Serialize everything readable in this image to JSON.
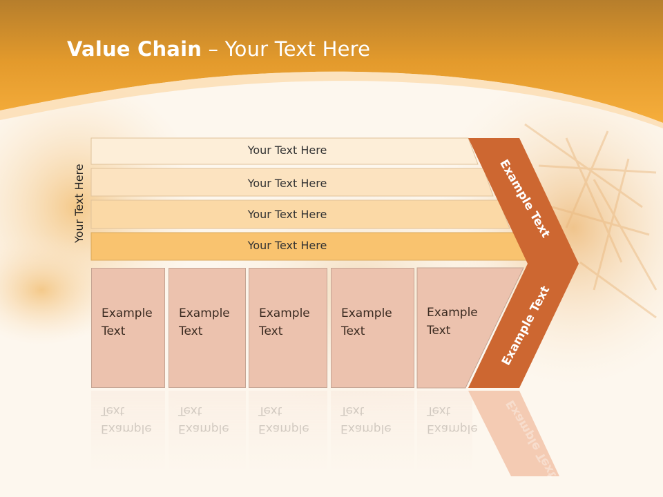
{
  "title": {
    "bold": "Value Chain",
    "rest": " – Your Text Here"
  },
  "vertical_label": "Your Text Here",
  "rows": [
    "Your Text Here",
    "Your Text Here",
    "Your Text Here",
    "Your Text Here"
  ],
  "boxes": [
    {
      "line1": "Example",
      "line2": "Text"
    },
    {
      "line1": "Example",
      "line2": "Text"
    },
    {
      "line1": "Example",
      "line2": "Text"
    },
    {
      "line1": "Example",
      "line2": "Text"
    },
    {
      "line1": "Example",
      "line2": "Text"
    }
  ],
  "arrow": {
    "top_label": "Example Text",
    "bottom_label": "Example Text"
  },
  "colors": {
    "header_orange": "#f0a430",
    "row1": "#fdeed8",
    "row2": "#fce3c0",
    "row3": "#fbd9a6",
    "row4": "#f9c36f",
    "box": "#ecc2ae",
    "arrow": "#cd6731"
  }
}
